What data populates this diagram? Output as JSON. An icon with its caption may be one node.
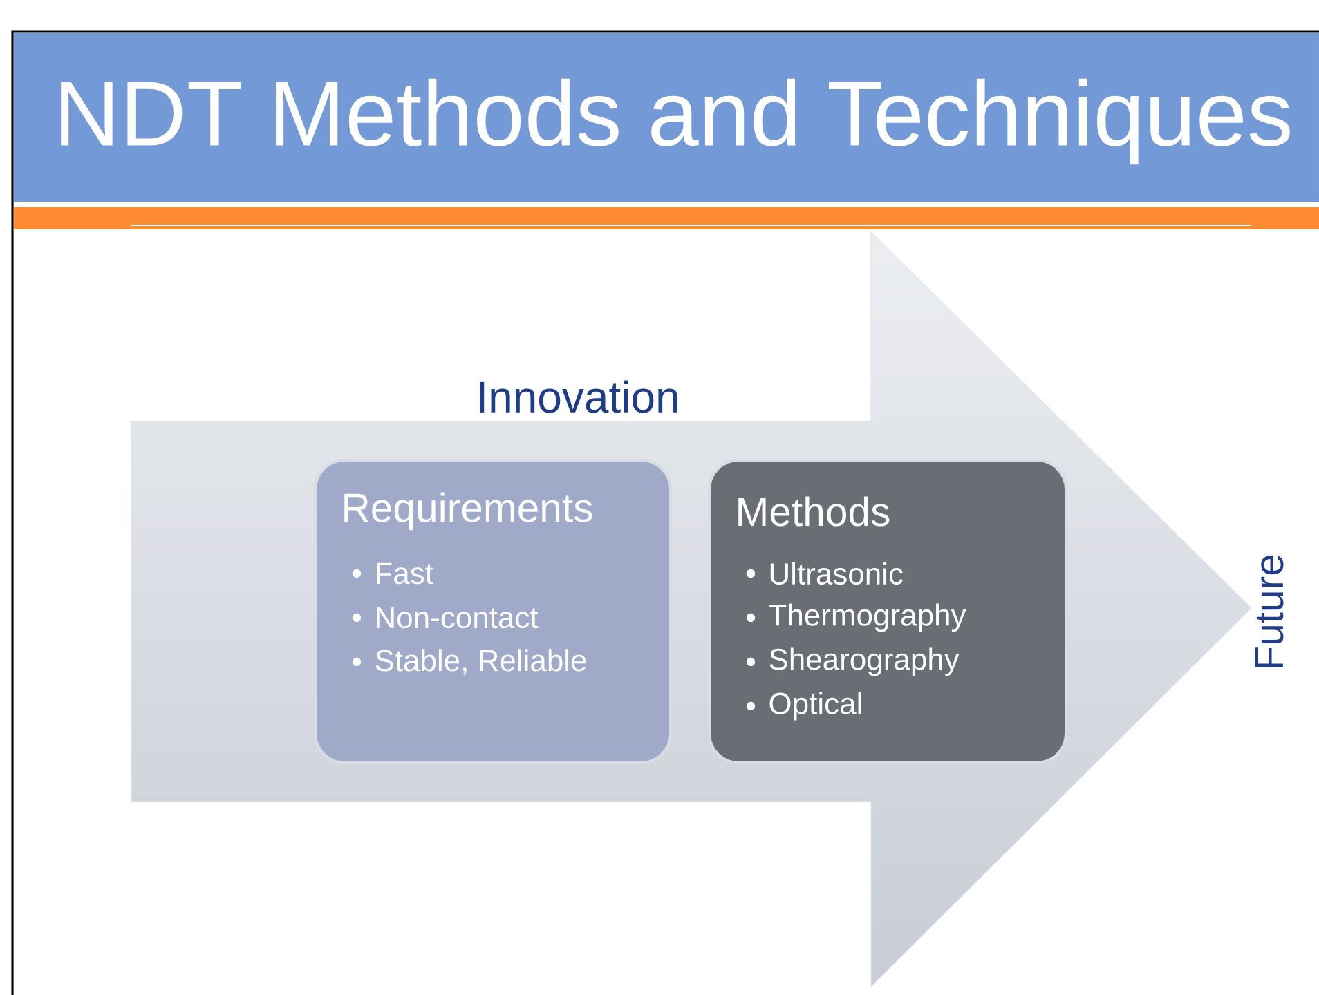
{
  "diagram": {
    "title": "NDT Methods and Techniques",
    "nodes": [
      {
        "text": [
          "Innovation",
          "Future"
        ]
      },
      {
        "text": [
          "Requirements",
          "Fast",
          "Non-contact",
          "Stable, Reliable"
        ],
        "in": 0
      },
      {
        "text": [
          "Methods",
          "Ultrasonic",
          "Thermography",
          "Shearography",
          "Optical"
        ],
        "in": 0
      }
    ]
  }
}
